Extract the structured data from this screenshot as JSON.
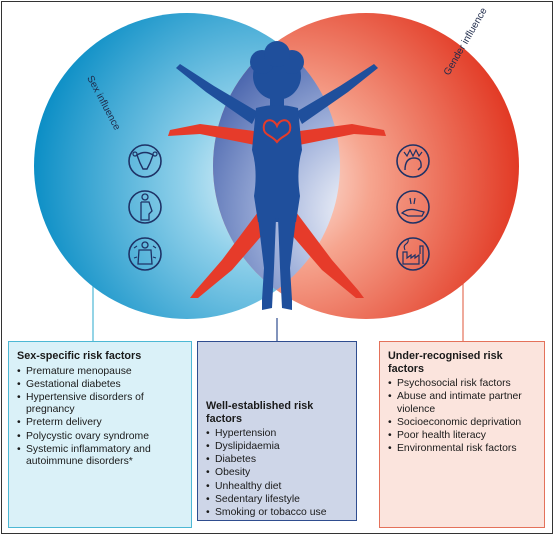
{
  "circle_labels": {
    "sex": "Sex influence",
    "gender": "Gender influence"
  },
  "sex_specific": {
    "title": "Sex-specific risk factors",
    "items": [
      "Premature menopause",
      "Gestational diabetes",
      "Hypertensive disorders of pregnancy",
      "Preterm delivery",
      "Polycystic ovary syndrome",
      "Systemic inflammatory and autoimmune disorders*"
    ]
  },
  "well_established": {
    "title": "Well-established risk factors",
    "items": [
      "Hypertension",
      "Dyslipidaemia",
      "Diabetes",
      "Obesity",
      "Unhealthy diet",
      "Sedentary lifestyle",
      "Smoking or tobacco use"
    ]
  },
  "under_recognised": {
    "title": "Under-recognised  risk factors",
    "items": [
      "Psychosocial risk factors",
      "Abuse and intimate partner violence",
      "Socioeconomic deprivation",
      "Poor health literacy",
      "Environmental risk factors"
    ]
  },
  "colors": {
    "sex_circle": "#1a9fd0",
    "gender_circle": "#e8452d",
    "overlap": "#3b5ca8",
    "figure_body": "#1f4f9c",
    "figure_limbs": "#e63b2a"
  },
  "icons": {
    "sex": [
      "uterus-icon",
      "pregnant-woman-icon",
      "inflamed-person-icon"
    ],
    "middle": [
      "heart-icon",
      "scale-icon",
      "cigarette-icon"
    ],
    "gender": [
      "stress-head-icon",
      "violence-hand-icon",
      "factory-pollution-icon"
    ]
  }
}
